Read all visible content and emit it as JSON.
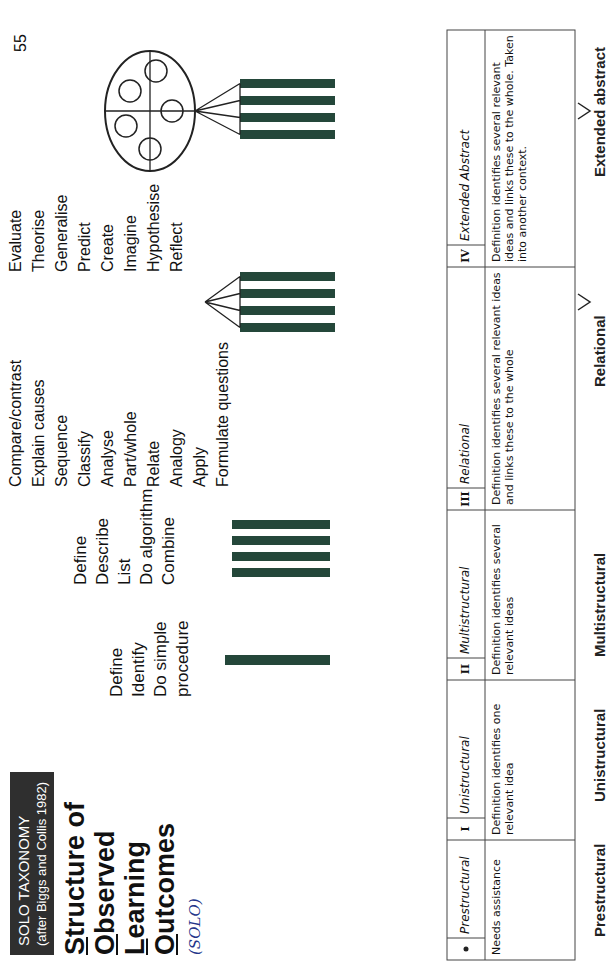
{
  "diagram": {
    "title": "Structure of Observed Learning Outcomes",
    "nodes": [
      {
        "text": [
          "SOLO TAXONOMY",
          "(after Biggs and Collis 1982)"
        ]
      }
    ],
    "labels": [
      "55",
      "(SOLO)",
      "Define",
      "Identify",
      "Do simple procedure",
      "Define",
      "Describe",
      "List",
      "Do algorithm",
      "Combine",
      "Compare/contrast",
      "Explain causes",
      "Sequence",
      "Classify",
      "Analyse",
      "Part/whole",
      "Relate",
      "Analogy",
      "Apply",
      "Formulate questions",
      "Evaluate",
      "Theorise",
      "Generalise",
      "Predict",
      "Create",
      "Imagine",
      "Hypothesise",
      "Reflect",
      "Prestructural",
      "I",
      "Unistructural",
      "II",
      "Multistructural",
      "III",
      "Relational",
      "IV",
      "Extended Abstract",
      "Needs assistance",
      "Definition identifies one relevant idea",
      "Definition identifies several relevant ideas",
      "Definition identifies several relevant ideas and links these to the whole",
      "Definition identifies several relevant ideas and links these to the whole. Taken into another context.",
      "Prestructural",
      "Unistructural",
      "Multistructural",
      "Relational",
      "Extended abstract"
    ]
  }
}
